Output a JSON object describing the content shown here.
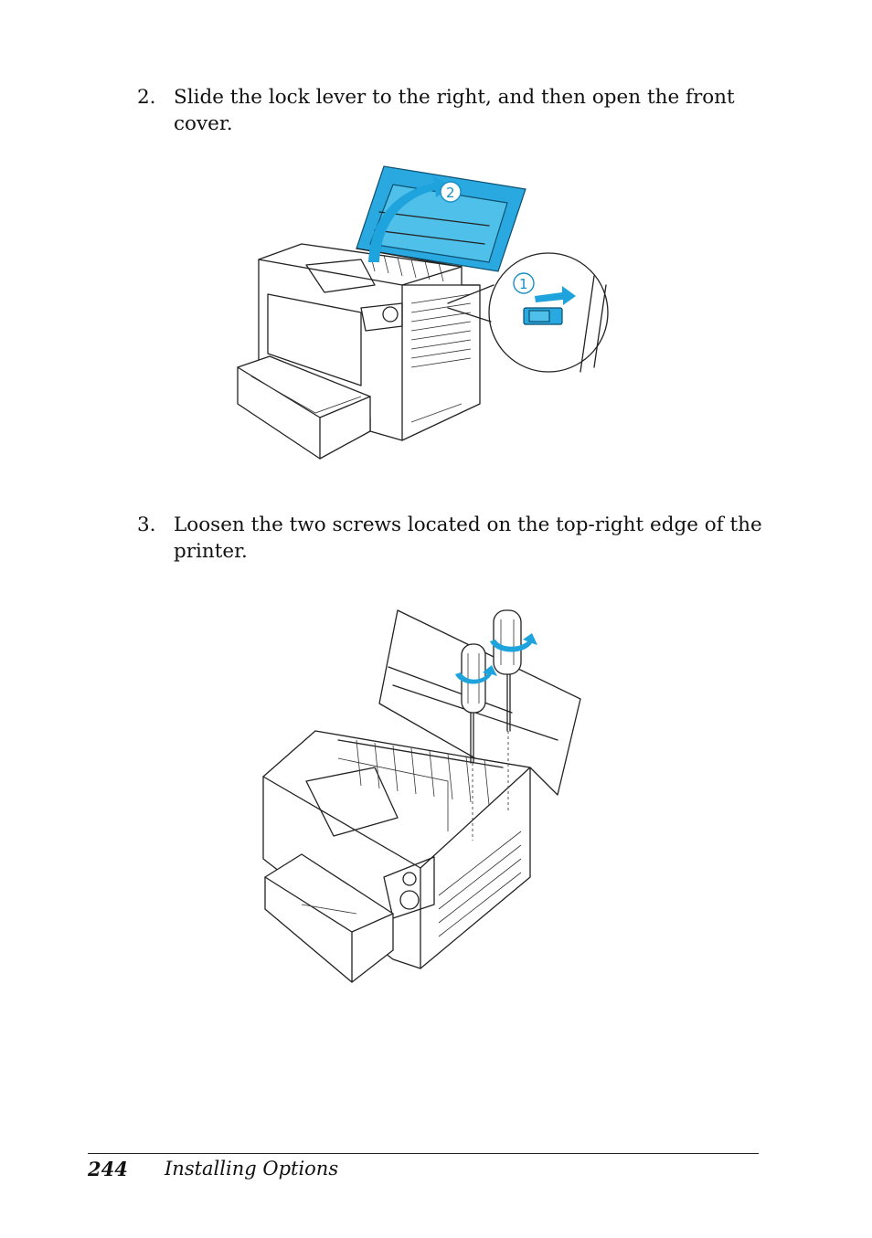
{
  "steps": [
    {
      "number": "2.",
      "text": "Slide the lock lever to the right, and then open the front cover."
    },
    {
      "number": "3.",
      "text": "Loosen the two screws located on the top-right edge of the printer."
    }
  ],
  "figures": {
    "fig1_callouts": [
      "1",
      "2"
    ]
  },
  "footer": {
    "page_number": "244",
    "section_title": "Installing Options"
  },
  "colors": {
    "accent_blue": "#2aa9e0"
  },
  "icons": [
    "printer-illustration",
    "lock-lever-callout",
    "screwdriver-illustration",
    "rotation-arrow-icon"
  ]
}
